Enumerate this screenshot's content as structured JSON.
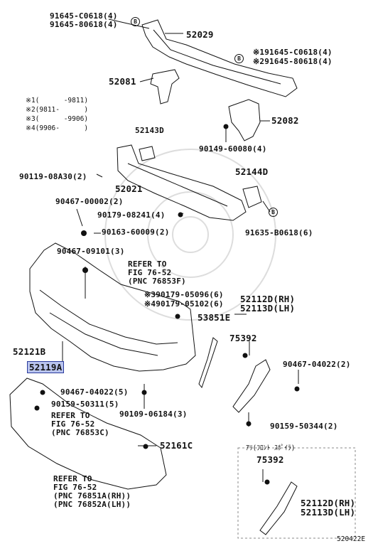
{
  "labels": {
    "l1": "91645-C0618(4)",
    "l2": "91645-80618(4)",
    "p52029": "52029",
    "l3": "※191645-C0618(4)",
    "l4": "※291645-80618(4)",
    "p52081": "52081",
    "p52082": "52082",
    "p52143d": "52143D",
    "b90149": "90149-60080(4)",
    "b90119": "90119-08A30(2)",
    "p52021": "52021",
    "p52144d": "52144D",
    "b90467a": "90467-00002(2)",
    "b90179a": "90179-08241(4)",
    "b91635": "91635-B0618(6)",
    "b90163": "90163-60009(2)",
    "b90467b": "90467-09101(3)",
    "refer1a": "REFER TO",
    "refer1b": "FIG 76-52",
    "refer1c": "(PNC 76853F)",
    "b90179b": "※390179-05096(6)",
    "b90179c": "※490179-05102(6)",
    "p52112d": "52112D(RH)",
    "p52113d": "52113D(LH)",
    "p53851e": "53851E",
    "p75392": "75392",
    "p52121b": "52121B",
    "p52119a": "52119A",
    "b90467c": "90467-04022(2)",
    "b90467d": "90467-04022(5)",
    "b90159a": "90159-50311(5)",
    "refer2a": "REFER TO",
    "refer2b": "FIG 76-52",
    "refer2c": "(PNC 76853C)",
    "b90109": "90109-06184(3)",
    "b90159b": "90159-50344(2)",
    "p52161c": "52161C",
    "ari": "ｱﾘ(ﾌﾛﾝﾄ ｽﾎﾟｲﾗ)",
    "p75392b": "75392",
    "refer3a": "REFER TO",
    "refer3b": "FIG 76-52",
    "refer3c": "(PNC 76851A(RH))",
    "refer3d": "(PNC 76852A(LH))",
    "p52112d2": "52112D(RH)",
    "p52113d2": "52113D(LH)",
    "code": "520422E"
  },
  "notes": [
    "※1(      -9811)",
    "※2(9811-      )",
    "※3(      -9906)",
    "※4(9906-      )"
  ],
  "circle": "B"
}
